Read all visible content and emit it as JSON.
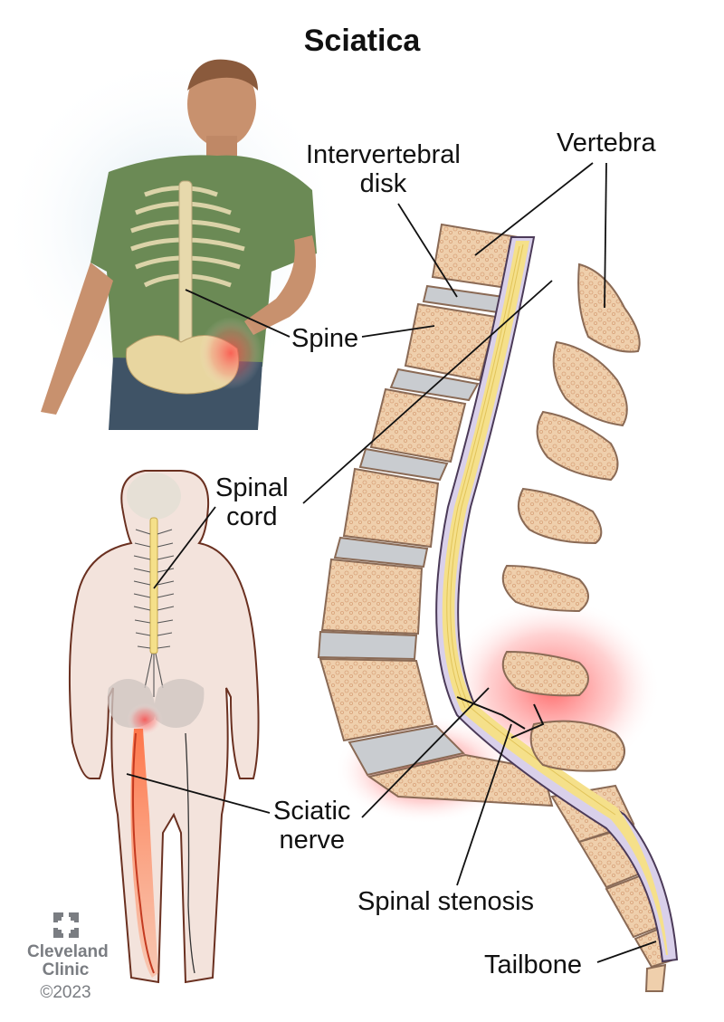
{
  "title": "Sciatica",
  "labels": {
    "intervertebral_disk": [
      "Intervertebral",
      "disk"
    ],
    "vertebra": "Vertebra",
    "spine": "Spine",
    "spinal_cord": [
      "Spinal",
      "cord"
    ],
    "sciatic_nerve": [
      "Sciatic",
      "nerve"
    ],
    "spinal_stenosis": "Spinal stenosis",
    "tailbone": "Tailbone"
  },
  "branding": {
    "name_line1": "Cleveland",
    "name_line2": "Clinic",
    "copyright": "©2023",
    "logo_icon": "cleveland-clinic-cross-icon"
  },
  "colors": {
    "bone": "#f1dcc0",
    "bone_texture": "#e0b48c",
    "bone_outline": "#8a6a55",
    "disk": "#c9ccd0",
    "cord": "#f5e08a",
    "sheath": "#d9d0ea",
    "inflammation": "#ff4a4a",
    "shirt": "#6b8a55",
    "skin": "#f3e3dc",
    "logo_gray": "#7a7d82"
  }
}
